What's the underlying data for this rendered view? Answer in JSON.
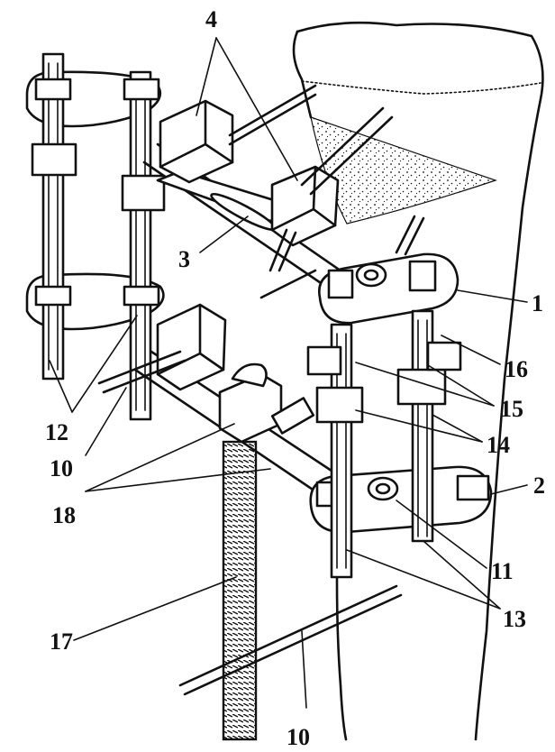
{
  "figure": {
    "labels": {
      "l1": "1",
      "l2": "2",
      "l3": "3",
      "l4": "4",
      "l10a": "10",
      "l10b": "10",
      "l11": "11",
      "l12": "12",
      "l13": "13",
      "l14": "14",
      "l15": "15",
      "l16": "16",
      "l17": "17",
      "l18": "18"
    }
  }
}
